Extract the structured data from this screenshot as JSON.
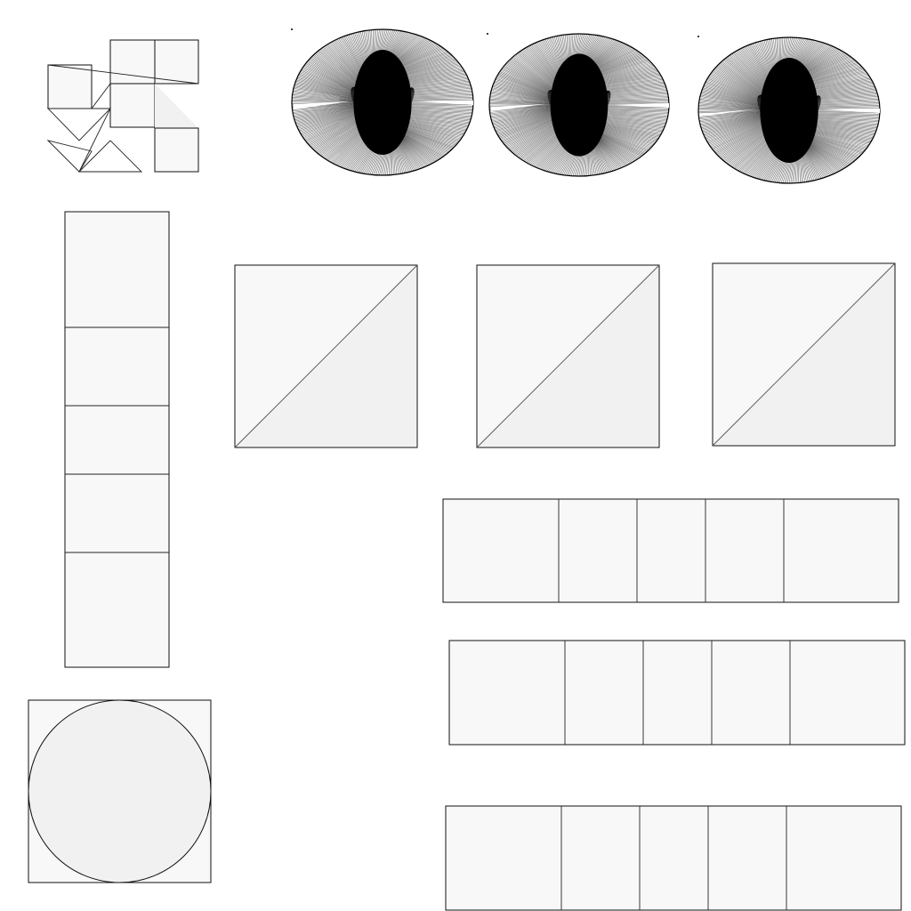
{
  "figure": {
    "background": "#ffffff",
    "line_color": "#111111",
    "panel_fill": "#f8f8f8",
    "shade_fill": "#f1f1f1",
    "radial_fill": "#000000"
  },
  "tiles": {
    "net_composite": {
      "type": "polyhedron-net-with-triangles"
    },
    "radial_burst_patterns": {
      "count": 3
    },
    "vertical_strip": {
      "segments": 5
    },
    "diagonal_squares": {
      "count": 3
    },
    "horizontal_strips": {
      "count": 3,
      "segments_each": 5
    },
    "circle_in_square": {
      "shape": "circle"
    }
  }
}
